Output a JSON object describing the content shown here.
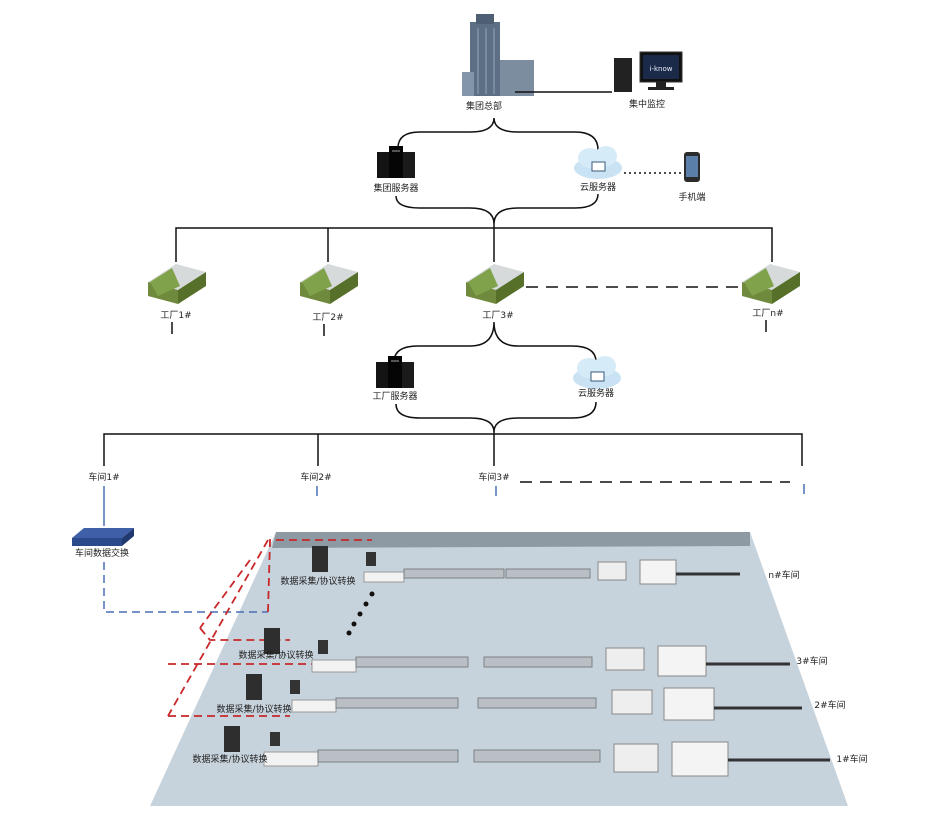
{
  "hq": {
    "label": "集团总部"
  },
  "monitor": {
    "label": "集中监控",
    "screen_text": "i-know"
  },
  "group_server": {
    "label": "集团服务器"
  },
  "cloud_server_top": {
    "label": "云服务器"
  },
  "mobile": {
    "label": "手机端"
  },
  "factories": [
    {
      "label": "工厂1#"
    },
    {
      "label": "工厂2#"
    },
    {
      "label": "工厂3#"
    },
    {
      "label": "工厂n#"
    }
  ],
  "factory_server": {
    "label": "工厂服务器"
  },
  "cloud_server_factory": {
    "label": "云服务器"
  },
  "workshops": [
    {
      "label": "车间1#"
    },
    {
      "label": "车间2#"
    },
    {
      "label": "车间3#"
    }
  ],
  "switch": {
    "label": "车间数据交换"
  },
  "collectors": [
    {
      "label": "数据采集/协议转换"
    },
    {
      "label": "数据采集/协议转换"
    },
    {
      "label": "数据采集/协议转换"
    },
    {
      "label": "数据采集/协议转换"
    }
  ],
  "lines": [
    {
      "label": "n#车间"
    },
    {
      "label": "3#车间"
    },
    {
      "label": "2#车间"
    },
    {
      "label": "1#车间"
    }
  ],
  "colors": {
    "floor": "#c7d3dc",
    "floor_edge": "#8e9aa3",
    "link_red": "#c8282a",
    "link_blue": "#4a6fb5",
    "factory_roof": "#6f8a3c"
  }
}
